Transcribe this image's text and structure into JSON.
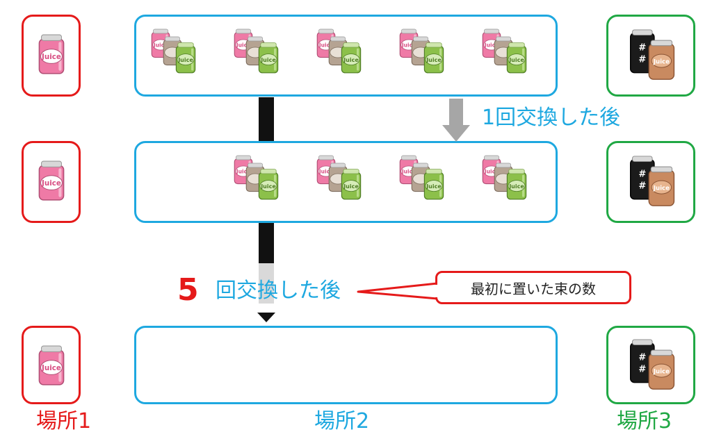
{
  "labels": {
    "after_one_exchange": "1回交換した後",
    "after_n_exchanges_number": "5",
    "after_n_exchanges_text": "回交換した後",
    "callout": "最初に置いた束の数",
    "place1": "場所1",
    "place2": "場所2",
    "place3": "場所3"
  },
  "icons": {
    "pink_can": "juice-can-pink",
    "bundle": "juice-can-bundle",
    "dark_cans": "black-and-brown-cans"
  },
  "colors": {
    "place1": "#e51a1a",
    "place2": "#1ea8e0",
    "place3": "#20a844",
    "number": "#e51a1a"
  },
  "rows": [
    {
      "bundles": 5
    },
    {
      "bundles": 4
    },
    {
      "bundles": 0
    }
  ]
}
